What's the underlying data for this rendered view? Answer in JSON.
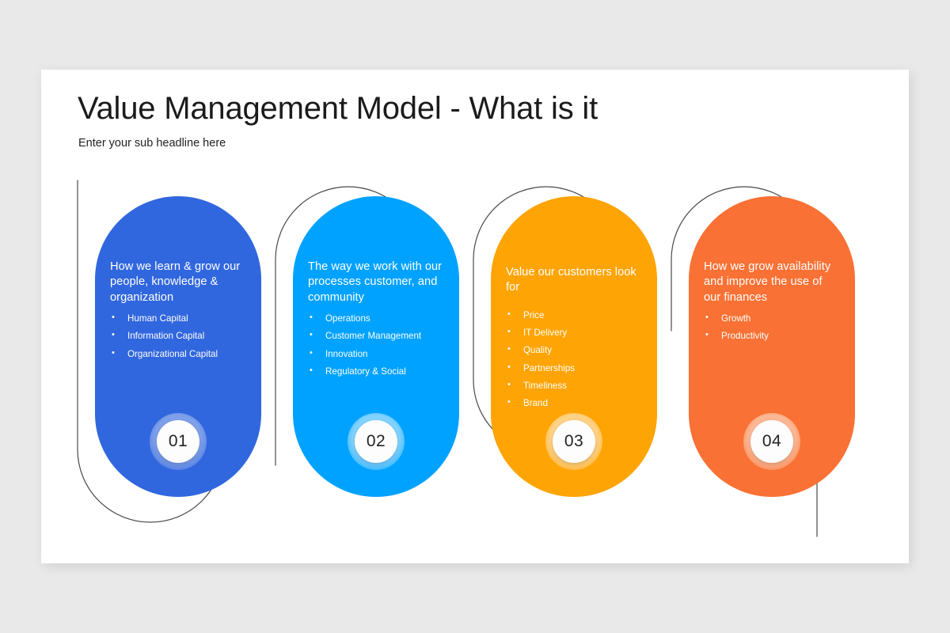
{
  "slide": {
    "title": "Value Management Model - What is it",
    "subtitle": "Enter your sub headline here",
    "background": "#e9e9e9",
    "canvas_color": "#ffffff",
    "outline_color": "#4a4a4a"
  },
  "cards": [
    {
      "number": "01",
      "color": "#3167de",
      "ring_color": "#7fa0ea",
      "heading": "How we learn & grow our people, knowledge & organization",
      "bullets": [
        "Human Capital",
        "Information Capital",
        "Organizational Capital"
      ]
    },
    {
      "number": "02",
      "color": "#00a2ff",
      "ring_color": "#81d2ff",
      "heading": "The way we work with our processes  customer, and community",
      "bullets": [
        "Operations",
        "Customer Management",
        "Innovation",
        "Regulatory & Social"
      ]
    },
    {
      "number": "03",
      "color": "#ffa405",
      "ring_color": "#ffd285",
      "heading": "Value our customers look for",
      "bullets": [
        "Price",
        "IT Delivery",
        "Quality",
        "Partnerships",
        "Timeliness",
        "Brand"
      ]
    },
    {
      "number": "04",
      "color": "#f97134",
      "ring_color": "#fcb793",
      "heading": "How we grow availability and improve the use of our finances",
      "bullets": [
        "Growth",
        "Productivity"
      ]
    }
  ]
}
